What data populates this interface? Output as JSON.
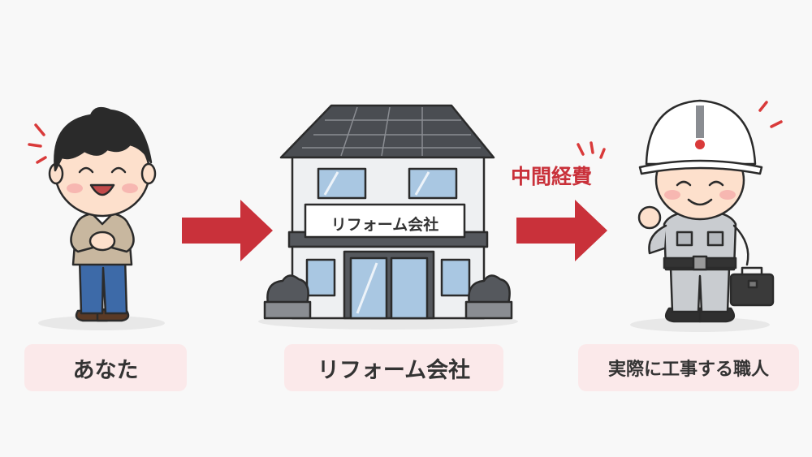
{
  "nodes": {
    "you": "あなた",
    "company": "リフォーム会社",
    "craftsman": "実際に工事する職人"
  },
  "building_sign": "リフォーム会社",
  "edge_label": "中間経費",
  "colors": {
    "arrow": "#c9313a",
    "label_bg": "#fbe9ea",
    "accent_red": "#d93a3a"
  }
}
